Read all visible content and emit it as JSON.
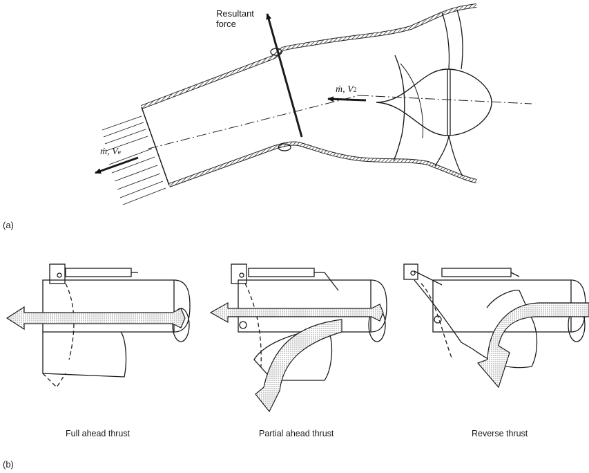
{
  "part_a": {
    "label": "(a)",
    "resultant_force": [
      "Resultant",
      "force"
    ],
    "inlet_flow": {
      "symbol": "ṁ, V",
      "subscript": "2"
    },
    "exit_flow": {
      "symbol": "ṁ, V",
      "subscript": "e"
    }
  },
  "part_b": {
    "label": "(b)",
    "captions": [
      "Full ahead thrust",
      "Partial ahead thrust",
      "Reverse thrust"
    ]
  }
}
